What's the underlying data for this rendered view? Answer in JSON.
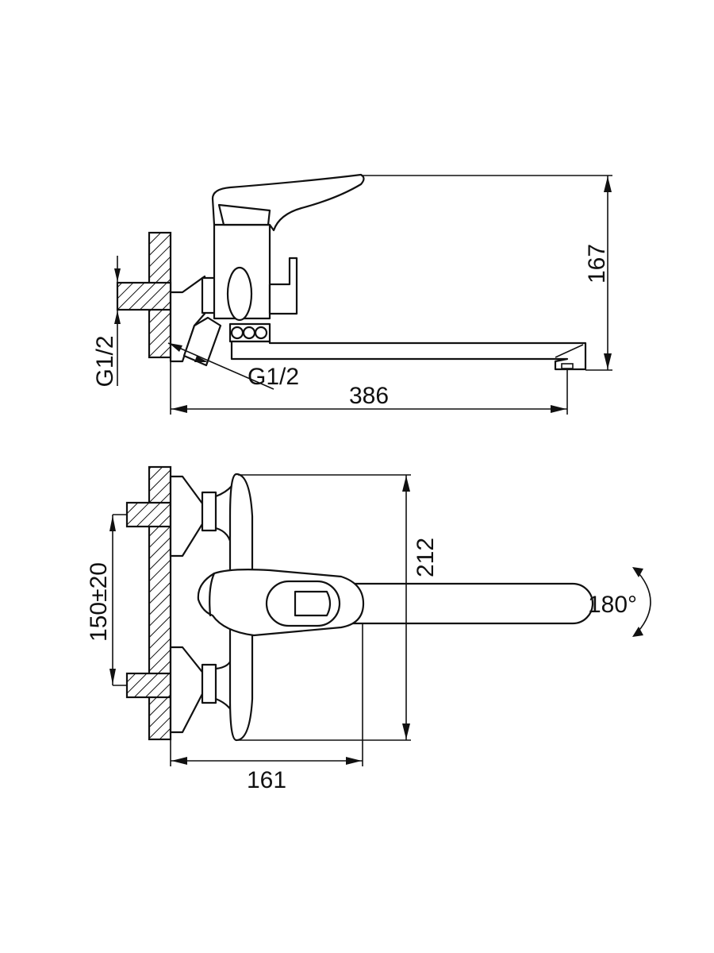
{
  "side_view": {
    "height_label": "167",
    "inlet_label_left": "G1/2",
    "inlet_label_body": "G1/2",
    "reach_label": "386"
  },
  "top_view": {
    "center_distance_label": "150±20",
    "body_height_label": "212",
    "depth_label": "161",
    "rotation_label": "180°"
  },
  "colors": {
    "line": "#111111",
    "background": "#ffffff"
  }
}
